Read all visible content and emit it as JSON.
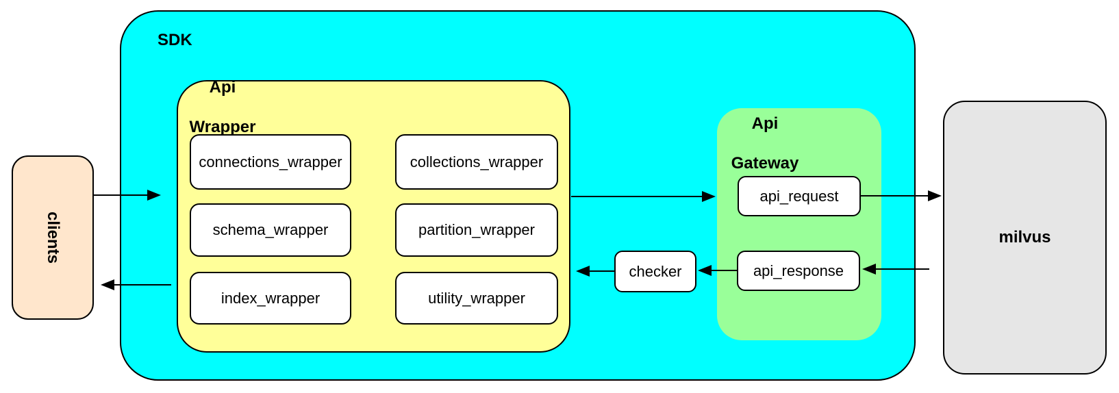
{
  "diagram": {
    "clients": {
      "label": "clients"
    },
    "sdk": {
      "label": "SDK"
    },
    "api_wrapper": {
      "title_line1": "Api",
      "title_line2": "Wrapper",
      "modules": [
        "connections_wrapper",
        "collections_wrapper",
        "schema_wrapper",
        "partition_wrapper",
        "index_wrapper",
        "utility_wrapper"
      ]
    },
    "api_gateway": {
      "title_line1": "Api",
      "title_line2": "Gateway",
      "request_label": "api_request",
      "response_label": "api_response"
    },
    "checker": {
      "label": "checker"
    },
    "milvus": {
      "label": "milvus"
    },
    "colors": {
      "sdk_fill": "#00ffff",
      "api_wrapper_fill": "#ffff99",
      "api_gateway_fill": "#99ff99",
      "clients_fill": "#ffe6cc",
      "milvus_fill": "#e6e6e6",
      "module_fill": "#ffffff",
      "border": "#000000",
      "arrow": "#000000"
    }
  }
}
